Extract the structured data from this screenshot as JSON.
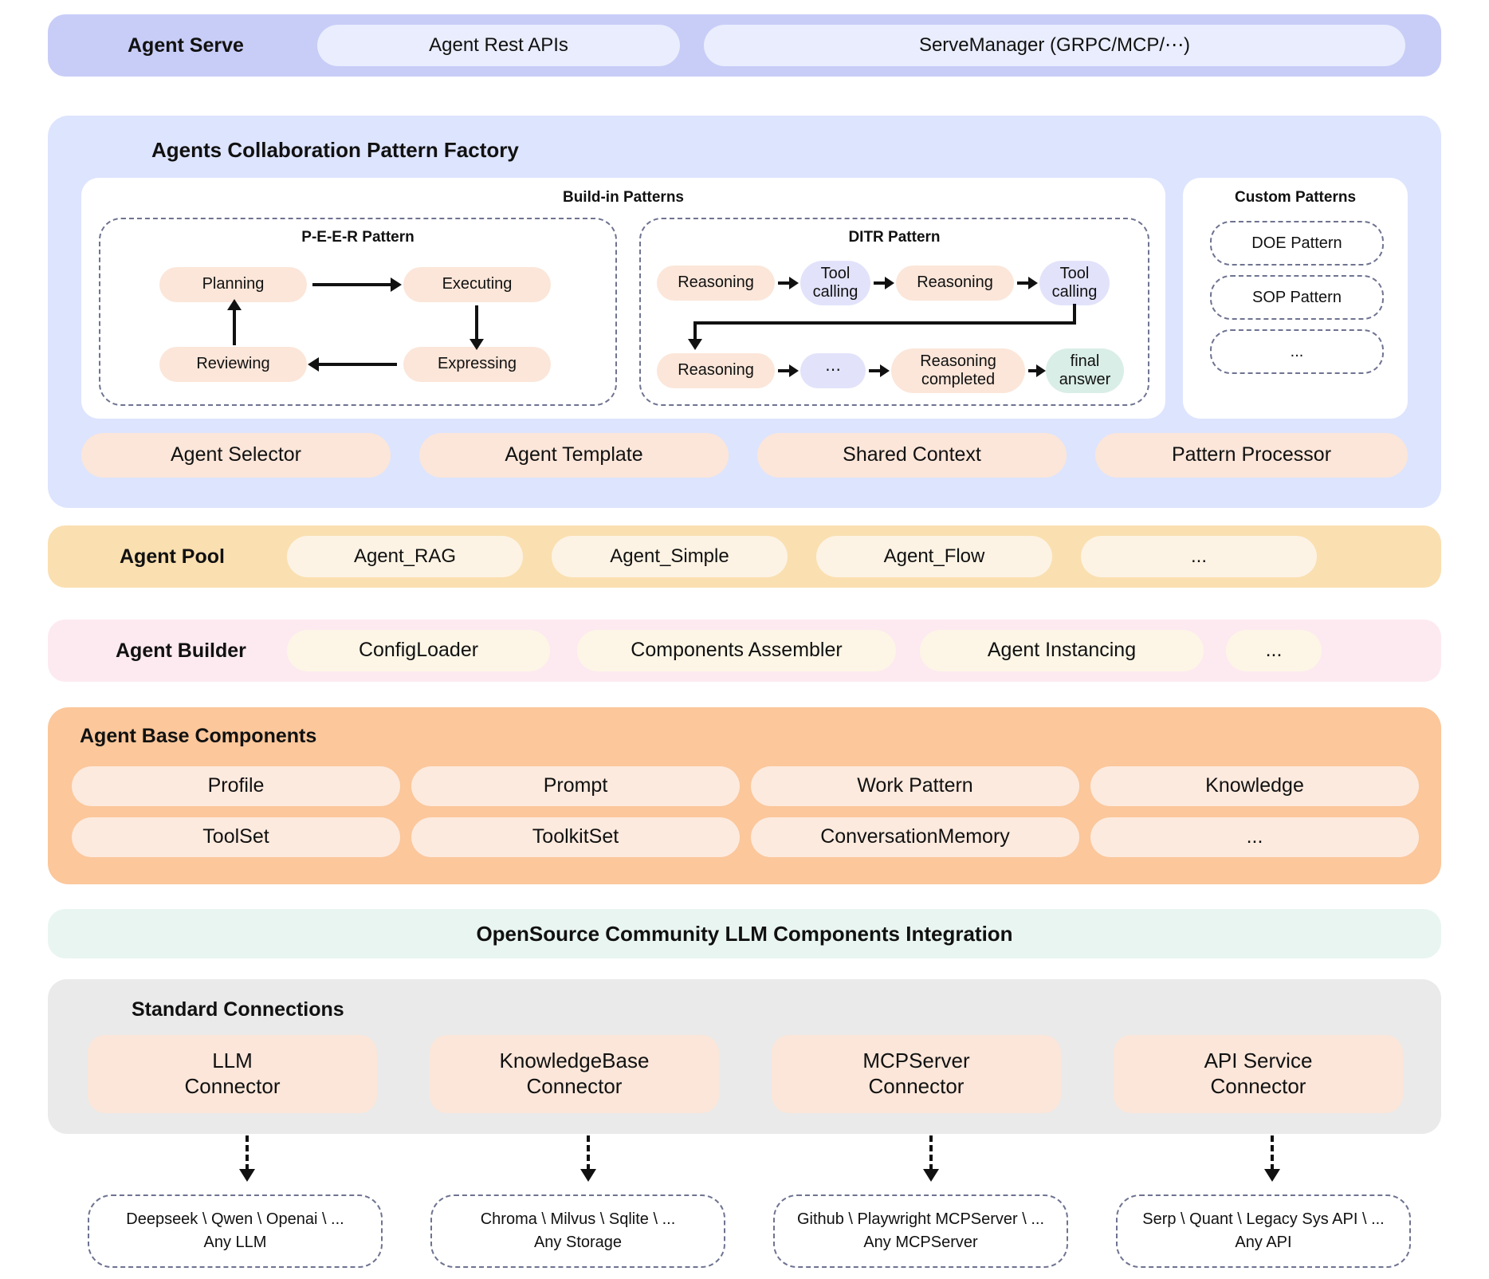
{
  "agent_serve": {
    "title": "Agent Serve",
    "items": [
      "Agent Rest APIs",
      "ServeManager (GRPC/MCP/⋯)"
    ]
  },
  "pattern_factory": {
    "title": "Agents Collaboration Pattern Factory",
    "builtin_title": "Build-in Patterns",
    "peer": {
      "title": "P-E-E-R Pattern",
      "nodes": [
        "Planning",
        "Executing",
        "Expressing",
        "Reviewing"
      ]
    },
    "ditr": {
      "title": "DITR  Pattern",
      "row1": [
        "Reasoning",
        "Tool calling",
        "Reasoning",
        "Tool calling"
      ],
      "row2": [
        "Reasoning",
        "⋯",
        "Reasoning completed",
        "final answer"
      ]
    },
    "custom": {
      "title": "Custom Patterns",
      "items": [
        "DOE Pattern",
        "SOP Pattern",
        "..."
      ]
    },
    "services": [
      "Agent Selector",
      "Agent Template",
      "Shared Context",
      "Pattern Processor"
    ]
  },
  "agent_pool": {
    "title": "Agent Pool",
    "items": [
      "Agent_RAG",
      "Agent_Simple",
      "Agent_Flow",
      "..."
    ]
  },
  "agent_builder": {
    "title": "Agent Builder",
    "items": [
      "ConfigLoader",
      "Components Assembler",
      "Agent Instancing",
      "..."
    ]
  },
  "base_components": {
    "title": "Agent Base Components",
    "row1": [
      "Profile",
      "Prompt",
      "Work Pattern",
      "Knowledge"
    ],
    "row2": [
      "ToolSet",
      "ToolkitSet",
      "ConversationMemory",
      "..."
    ]
  },
  "opensource": {
    "title": "OpenSource Community LLM Components Integration"
  },
  "standard_connections": {
    "title": "Standard Connections",
    "connectors": [
      {
        "line1": "LLM",
        "line2": "Connector"
      },
      {
        "line1": "KnowledgeBase",
        "line2": "Connector"
      },
      {
        "line1": "MCPServer",
        "line2": "Connector"
      },
      {
        "line1": "API Service",
        "line2": "Connector"
      }
    ],
    "providers": [
      {
        "line1": "Deepseek \\ Qwen \\ Openai \\ ...",
        "line2": "Any LLM"
      },
      {
        "line1": "Chroma \\ Milvus \\ Sqlite \\ ...",
        "line2": "Any Storage"
      },
      {
        "line1": "Github \\ Playwright  MCPServer \\  ...",
        "line2": "Any MCPServer"
      },
      {
        "line1": "Serp \\ Quant \\ Legacy Sys API \\  ...",
        "line2": "Any API"
      }
    ]
  },
  "colors": {
    "serve_band": "#c8cdf7",
    "factory_band": "#dde4fe",
    "pool_band": "#fadfb0",
    "builder_band": "#fdeaf0",
    "base_band": "#fbc79b",
    "oss_band": "#e9f5f1",
    "std_band": "#eaeaea",
    "peach_node": "#fbe6d9",
    "lavender_node": "#e2e3fa",
    "mint_node": "#d9eee6"
  }
}
